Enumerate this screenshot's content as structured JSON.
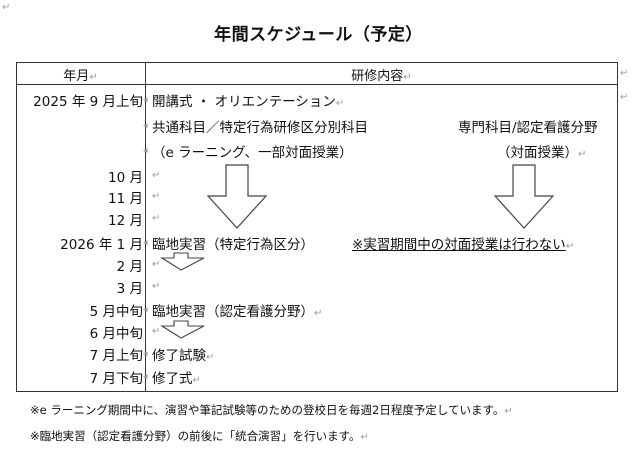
{
  "corner_mark": "↵",
  "title": "年間スケジュール（予定）",
  "table": {
    "headers": {
      "date": "年月",
      "content": "研修内容"
    },
    "rows": [
      {
        "date": "2025 年 9 月上旬",
        "content": "開講式 ・ オリエンテーション"
      },
      {
        "date": "",
        "left": "共通科目／特定行為研修区分別科目",
        "right": "専門科目/認定看護分野"
      },
      {
        "date": "",
        "left": "（e ラーニング、一部対面授業）",
        "right": "（対面授業）"
      },
      {
        "date": "10 月",
        "content": ""
      },
      {
        "date": "11 月",
        "content": ""
      },
      {
        "date": "12 月",
        "content": ""
      },
      {
        "date": "2026 年 1 月",
        "content": "臨地実習（特定行為区分）",
        "note": "※実習期間中の対面授業は行わない"
      },
      {
        "date": "2 月",
        "content": ""
      },
      {
        "date": "3 月",
        "content": ""
      },
      {
        "date": "5 月中旬",
        "content": "臨地実習（認定看護分野）"
      },
      {
        "date": "6 月中旬",
        "content": ""
      },
      {
        "date": "7 月上旬",
        "content": "修了試験"
      },
      {
        "date": "7 月下旬",
        "content": "修了式"
      }
    ]
  },
  "notes": [
    "※e ラーニング期間中に、演習や筆記試験等のための登校日を毎週2日程度予定しています。",
    "※臨地実習（認定看護分野）の前後に「統合演習」を行います。"
  ],
  "arrow_color": "#444444"
}
